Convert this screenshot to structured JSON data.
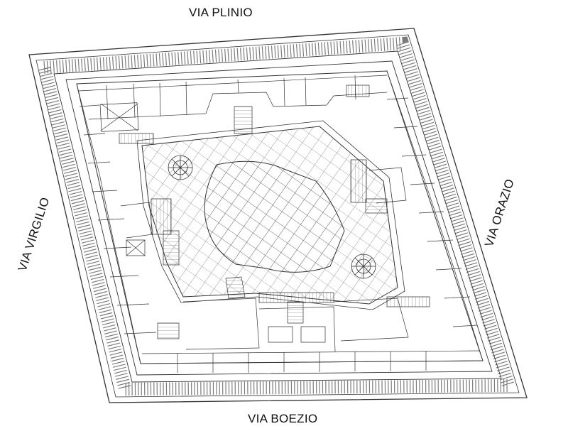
{
  "streets": {
    "north": "VIA PLINIO",
    "south": "VIA BOEZIO",
    "west": "VIA VIRGILIO",
    "east": "VIA ORAZIO"
  },
  "colors": {
    "line": "#333333",
    "light_line": "#8a8a8a",
    "background": "#ffffff"
  }
}
